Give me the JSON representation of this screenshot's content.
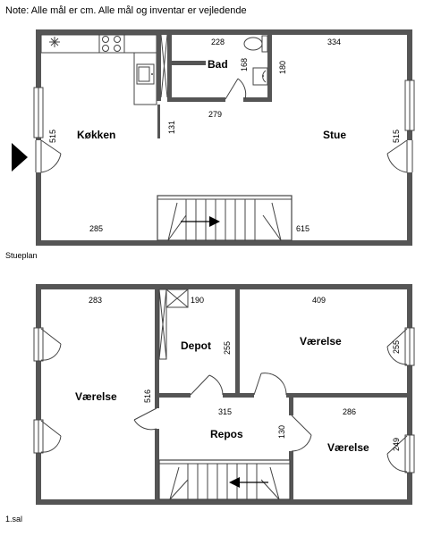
{
  "note": "Note: Alle mål er cm. Alle mål og inventar er vejledende",
  "ground_floor": {
    "caption": "Stueplan",
    "rooms": {
      "kitchen": "Køkken",
      "living": "Stue",
      "bath": "Bad"
    },
    "dims": {
      "bath_width": "228",
      "living_top": "334",
      "bath_height": "168",
      "bath_side": "180",
      "bath_bottom": "279",
      "hall_height": "131",
      "kitchen_left": "515",
      "living_right": "515",
      "kitchen_bottom": "285",
      "living_bottom": "615"
    }
  },
  "first_floor": {
    "caption": "1.sal",
    "rooms": {
      "bedroom_left": "Værelse",
      "storage": "Depot",
      "bedroom_top_right": "Værelse",
      "landing": "Repos",
      "bedroom_bottom_right": "Værelse"
    },
    "dims": {
      "left_top": "283",
      "storage_top": "190",
      "right_top": "409",
      "storage_side": "255",
      "right_side": "255",
      "left_side": "516",
      "landing_width": "315",
      "right_lower_top": "286",
      "landing_side": "130",
      "right_lower_side": "249"
    }
  }
}
